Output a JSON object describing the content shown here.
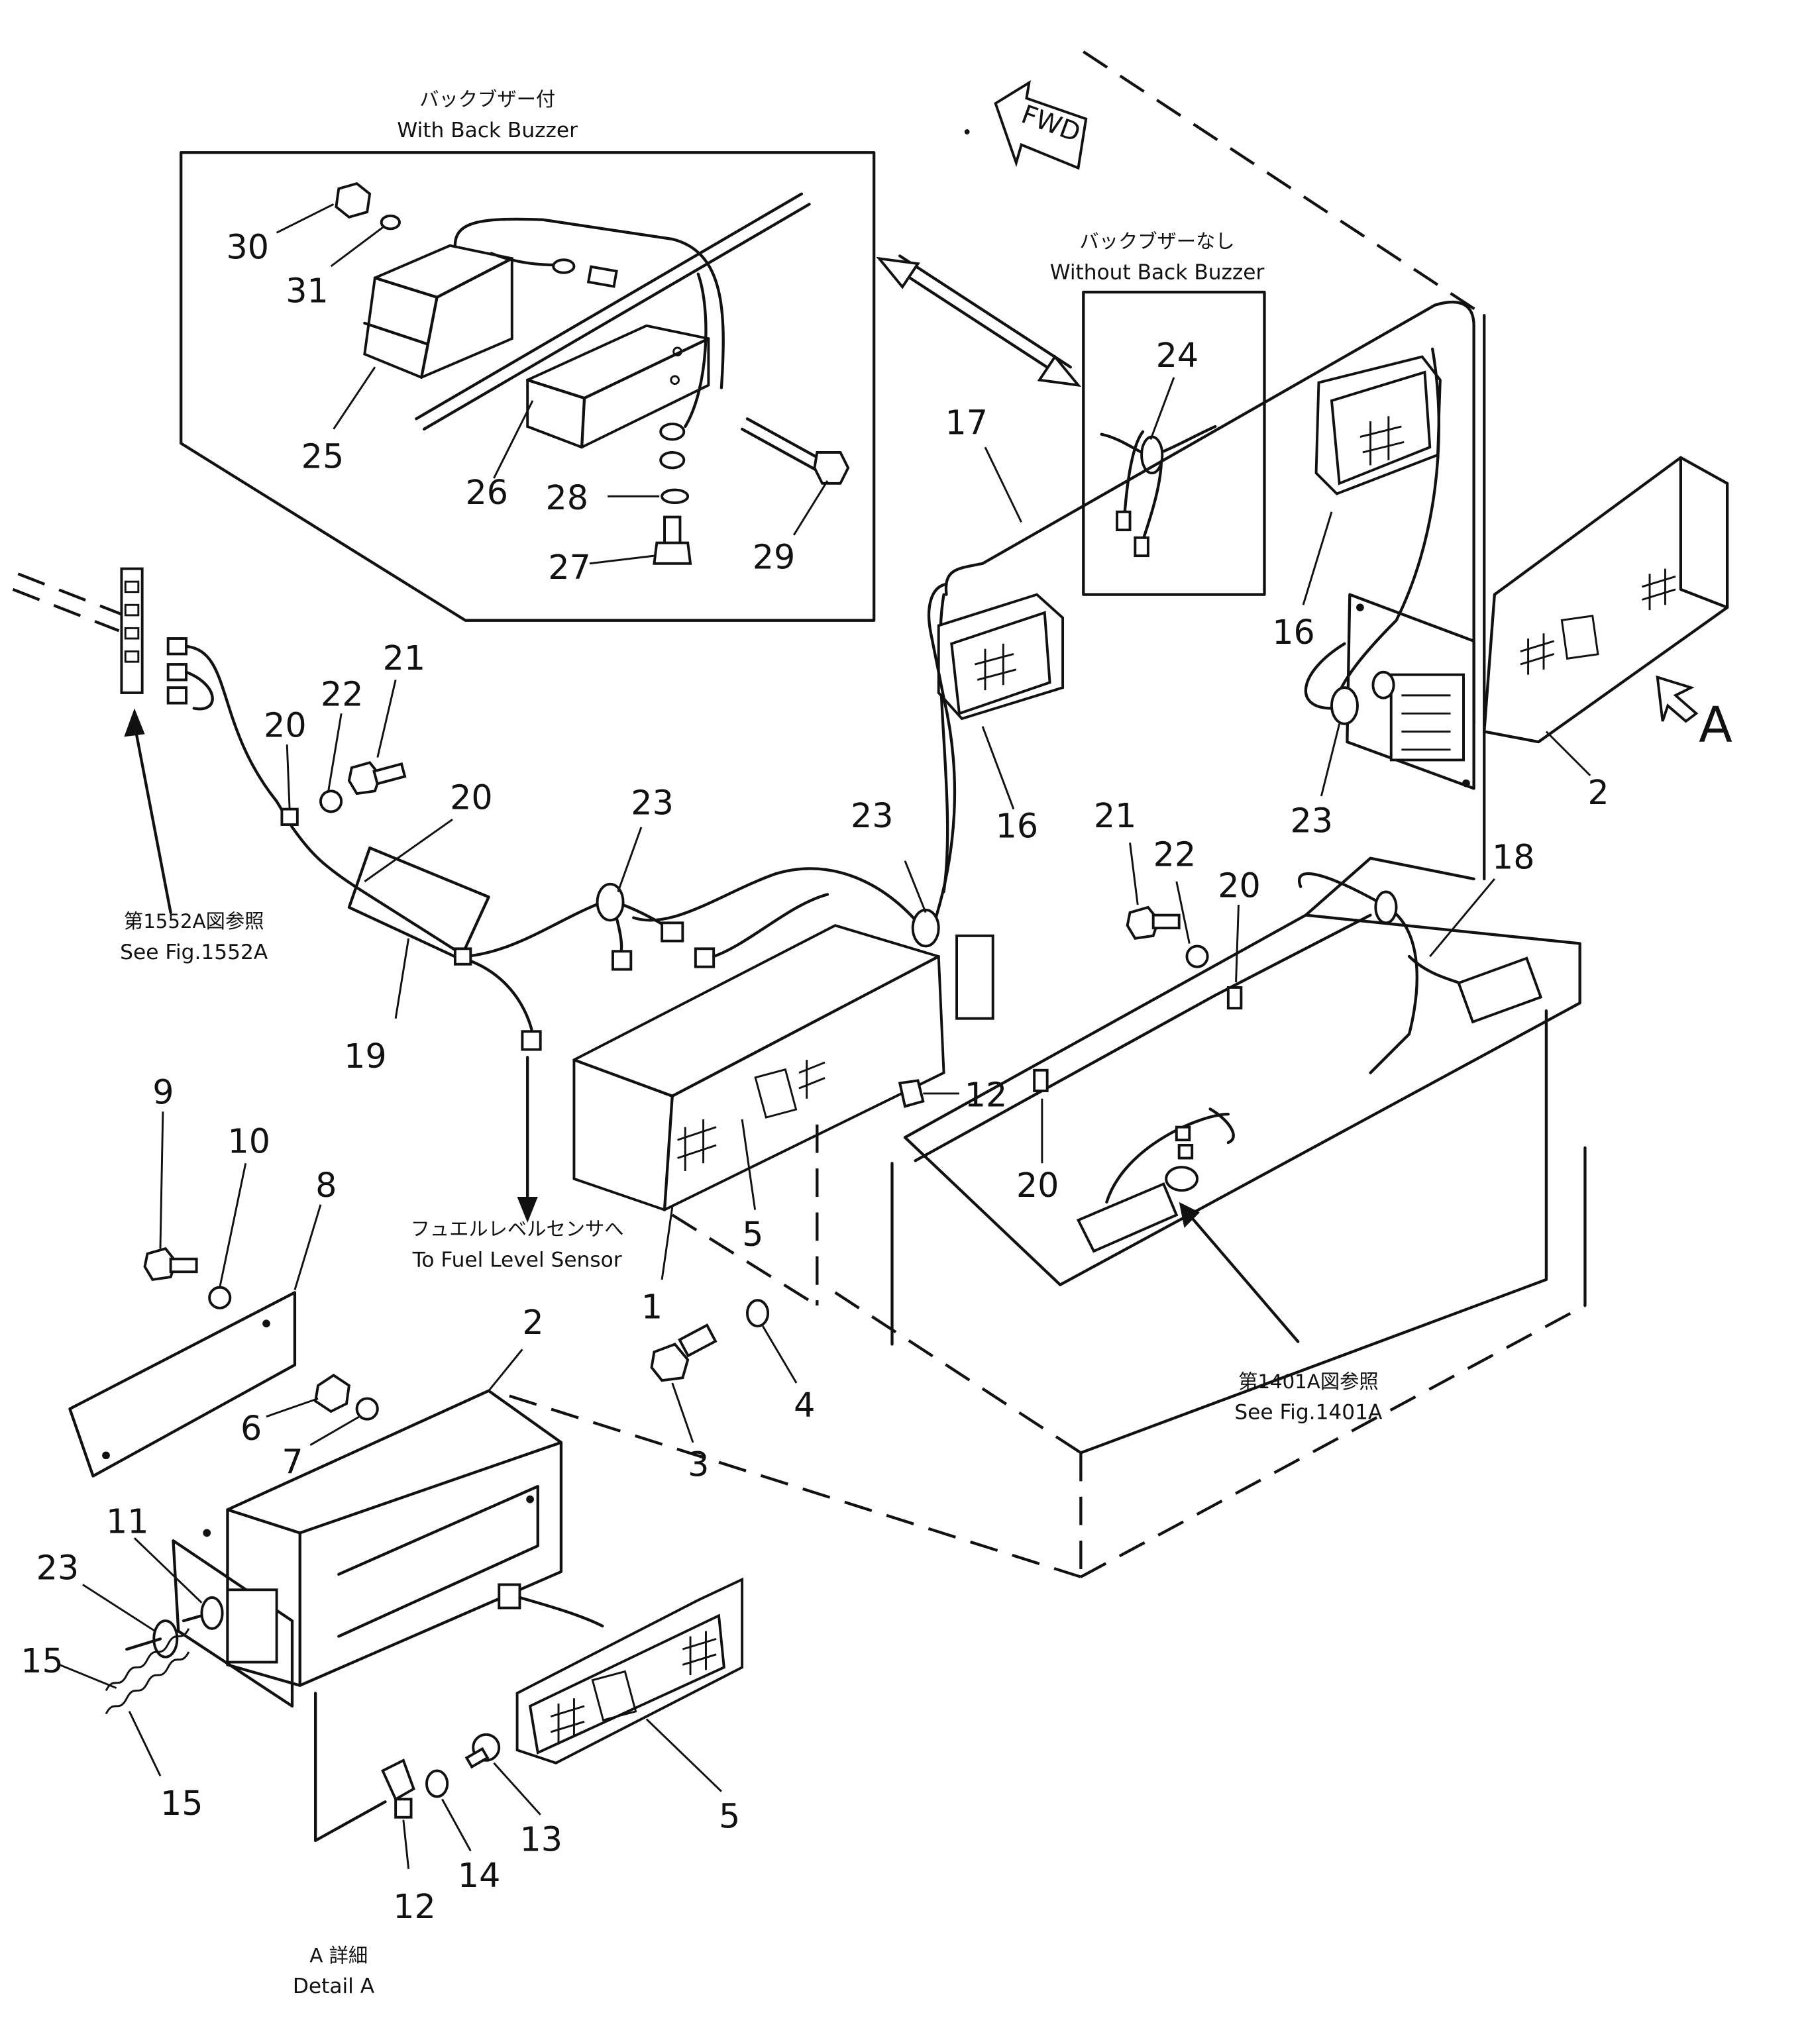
{
  "callouts": [
    {
      "id": "c30",
      "text": "30"
    },
    {
      "id": "c31",
      "text": "31"
    },
    {
      "id": "c25",
      "text": "25"
    },
    {
      "id": "c26",
      "text": "26"
    },
    {
      "id": "c28",
      "text": "28"
    },
    {
      "id": "c27",
      "text": "27"
    },
    {
      "id": "c29",
      "text": "29"
    },
    {
      "id": "c24",
      "text": "24"
    },
    {
      "id": "c17",
      "text": "17"
    },
    {
      "id": "c16a",
      "text": "16"
    },
    {
      "id": "c16b",
      "text": "16"
    },
    {
      "id": "c2a",
      "text": "2"
    },
    {
      "id": "c23a",
      "text": "23"
    },
    {
      "id": "c23b",
      "text": "23"
    },
    {
      "id": "c23c",
      "text": "23"
    },
    {
      "id": "c23d",
      "text": "23"
    },
    {
      "id": "c21a",
      "text": "21"
    },
    {
      "id": "c22a",
      "text": "22"
    },
    {
      "id": "c20a",
      "text": "20"
    },
    {
      "id": "c20b",
      "text": "20"
    },
    {
      "id": "c19",
      "text": "19"
    },
    {
      "id": "c21b",
      "text": "21"
    },
    {
      "id": "c22b",
      "text": "22"
    },
    {
      "id": "c20c",
      "text": "20"
    },
    {
      "id": "c18",
      "text": "18"
    },
    {
      "id": "c12a",
      "text": "12"
    },
    {
      "id": "c20d",
      "text": "20"
    },
    {
      "id": "c5a",
      "text": "5"
    },
    {
      "id": "c1",
      "text": "1"
    },
    {
      "id": "c9",
      "text": "9"
    },
    {
      "id": "c10",
      "text": "10"
    },
    {
      "id": "c8",
      "text": "8"
    },
    {
      "id": "c3",
      "text": "3"
    },
    {
      "id": "c4",
      "text": "4"
    },
    {
      "id": "c2b",
      "text": "2"
    },
    {
      "id": "c6",
      "text": "6"
    },
    {
      "id": "c7",
      "text": "7"
    },
    {
      "id": "c11",
      "text": "11"
    },
    {
      "id": "c15a",
      "text": "15"
    },
    {
      "id": "c15b",
      "text": "15"
    },
    {
      "id": "c12b",
      "text": "12"
    },
    {
      "id": "c14",
      "text": "14"
    },
    {
      "id": "c13",
      "text": "13"
    },
    {
      "id": "c5b",
      "text": "5"
    }
  ],
  "labels": {
    "with_buzzer_jp": "バックブザー付",
    "with_buzzer_en": "With Back Buzzer",
    "without_buzzer_jp": "バックブザーなし",
    "without_buzzer_en": "Without Back Buzzer",
    "fig1552_jp": "第1552A図参照",
    "fig1552_en": "See Fig.1552A",
    "fuel_jp": "フュエルレベルセンサへ",
    "fuel_en": "To Fuel Level Sensor",
    "fig1401_jp": "第1401A図参照",
    "fig1401_en": "See Fig.1401A",
    "detail_jp": "A 詳細",
    "detail_en": "Detail A",
    "view_arrow": "A",
    "fwd": "FWD"
  }
}
